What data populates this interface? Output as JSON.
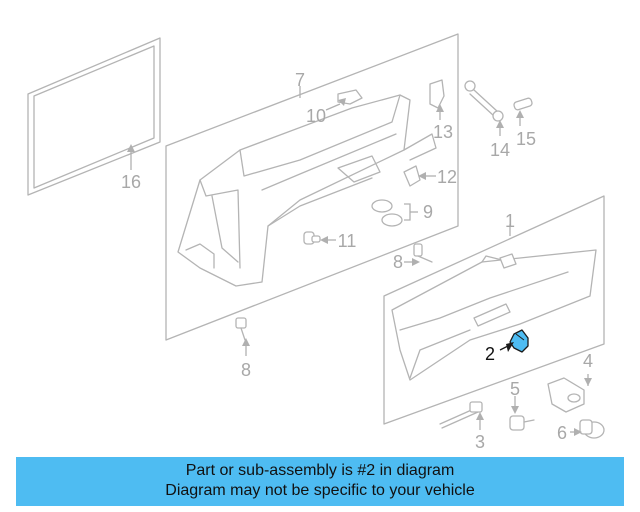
{
  "diagram": {
    "highlight_color": "#4ebcf2",
    "callouts": {
      "c1": "1",
      "c2": "2",
      "c3": "3",
      "c4": "4",
      "c5": "5",
      "c6": "6",
      "c7": "7",
      "c8a": "8",
      "c8b": "8",
      "c9": "9",
      "c10": "10",
      "c11": "11",
      "c12": "12",
      "c13": "13",
      "c14": "14",
      "c15": "15",
      "c16": "16"
    }
  },
  "banner": {
    "line1": "Part or sub-assembly is #2 in diagram",
    "line2": "Diagram may not be specific to your vehicle",
    "background": "#4ebcf2"
  }
}
